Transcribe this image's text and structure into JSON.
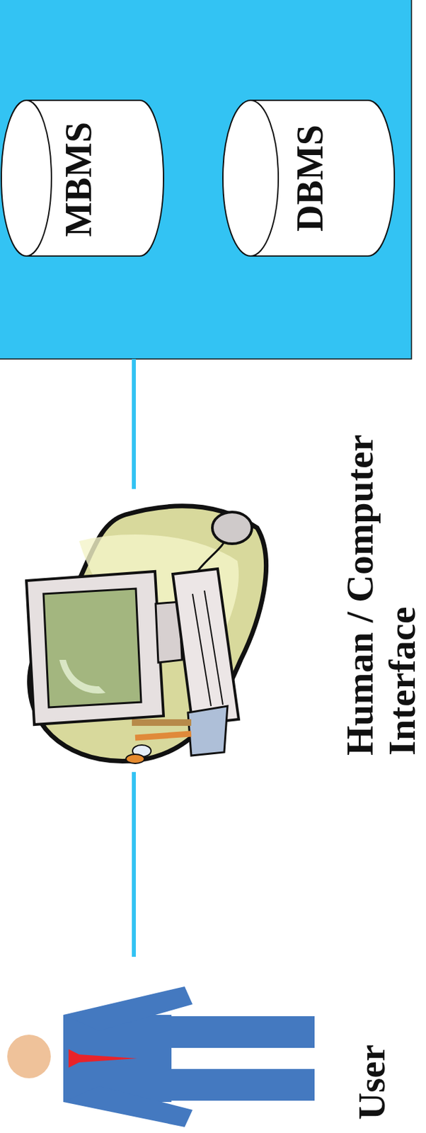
{
  "diagram": {
    "nodes": [
      {
        "text": [
          "User"
        ]
      },
      {
        "text": [
          "Human / Computer Interface"
        ]
      },
      {
        "text": [
          "MBMS"
        ]
      },
      {
        "text": [
          "DBMS"
        ]
      }
    ],
    "edges": [
      {
        "from": 0,
        "to": 1,
        "arrow": "none"
      }
    ]
  }
}
